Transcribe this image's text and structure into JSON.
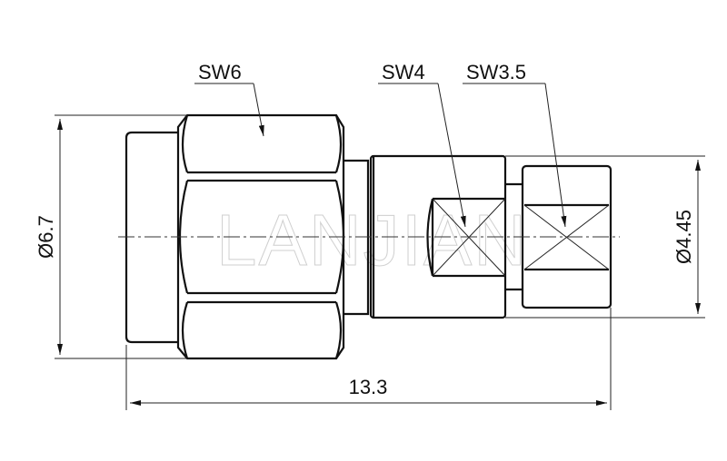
{
  "labels": {
    "sw6": "SW6",
    "sw4": "SW4",
    "sw35": "SW3.5"
  },
  "dimensions": {
    "outer_diameter": "Ø6.7",
    "inner_diameter": "Ø4.45",
    "length": "13.3"
  },
  "watermark": "LANJIAN"
}
